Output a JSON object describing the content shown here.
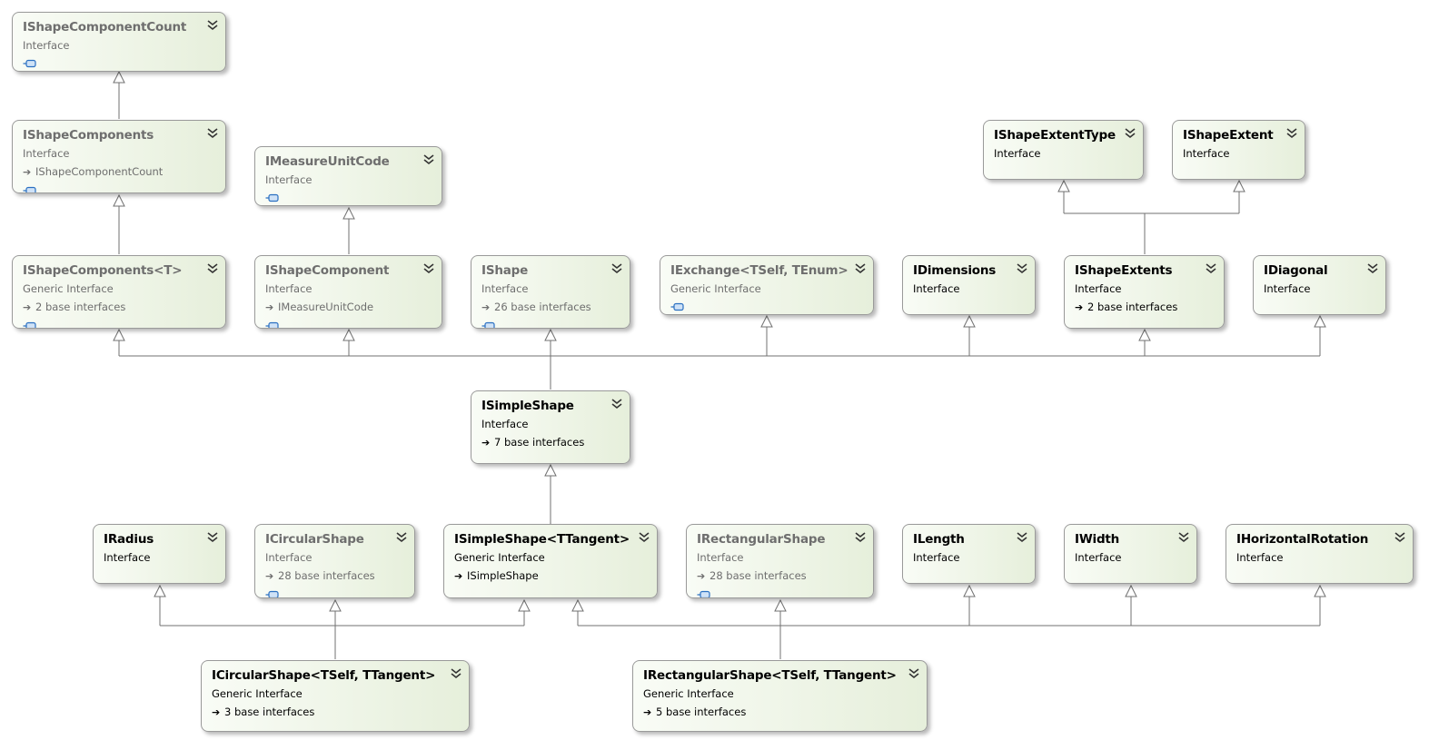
{
  "nodes": {
    "IShapeComponentCount": {
      "name": "IShapeComponentCount",
      "kind": "Interface",
      "inherits": "",
      "members_icon": true,
      "external": true
    },
    "IShapeComponents": {
      "name": "IShapeComponents",
      "kind": "Interface",
      "inherits": "IShapeComponentCount",
      "members_icon": true,
      "external": true
    },
    "IMeasureUnitCode": {
      "name": "IMeasureUnitCode",
      "kind": "Interface",
      "inherits": "",
      "members_icon": true,
      "external": true
    },
    "IShapeExtentType": {
      "name": "IShapeExtentType",
      "kind": "Interface",
      "inherits": "",
      "members_icon": false,
      "external": false
    },
    "IShapeExtent": {
      "name": "IShapeExtent",
      "kind": "Interface",
      "inherits": "",
      "members_icon": false,
      "external": false
    },
    "IShapeComponentsT": {
      "name": "IShapeComponents<T>",
      "kind": "Generic Interface",
      "inherits": "2 base interfaces",
      "members_icon": true,
      "external": true
    },
    "IShapeComponent": {
      "name": "IShapeComponent",
      "kind": "Interface",
      "inherits": "IMeasureUnitCode",
      "members_icon": true,
      "external": true
    },
    "IShape": {
      "name": "IShape",
      "kind": "Interface",
      "inherits": "26 base interfaces",
      "members_icon": true,
      "external": true
    },
    "IExchange": {
      "name": "IExchange<TSelf, TEnum>",
      "kind": "Generic Interface",
      "inherits": "",
      "members_icon": true,
      "external": true
    },
    "IDimensions": {
      "name": "IDimensions",
      "kind": "Interface",
      "inherits": "",
      "members_icon": false,
      "external": false
    },
    "IShapeExtents": {
      "name": "IShapeExtents",
      "kind": "Interface",
      "inherits": "2 base interfaces",
      "members_icon": false,
      "external": false
    },
    "IDiagonal": {
      "name": "IDiagonal",
      "kind": "Interface",
      "inherits": "",
      "members_icon": false,
      "external": false
    },
    "ISimpleShape": {
      "name": "ISimpleShape",
      "kind": "Interface",
      "inherits": "7 base interfaces",
      "members_icon": false,
      "external": false
    },
    "IRadius": {
      "name": "IRadius",
      "kind": "Interface",
      "inherits": "",
      "members_icon": false,
      "external": false
    },
    "ICircularShape": {
      "name": "ICircularShape",
      "kind": "Interface",
      "inherits": "28 base interfaces",
      "members_icon": true,
      "external": true
    },
    "ISimpleShapeT": {
      "name": "ISimpleShape<TTangent>",
      "kind": "Generic Interface",
      "inherits": "ISimpleShape",
      "members_icon": false,
      "external": false
    },
    "IRectangularShape": {
      "name": "IRectangularShape",
      "kind": "Interface",
      "inherits": "28 base interfaces",
      "members_icon": true,
      "external": true
    },
    "ILength": {
      "name": "ILength",
      "kind": "Interface",
      "inherits": "",
      "members_icon": false,
      "external": false
    },
    "IWidth": {
      "name": "IWidth",
      "kind": "Interface",
      "inherits": "",
      "members_icon": false,
      "external": false
    },
    "IHorizontalRotation": {
      "name": "IHorizontalRotation",
      "kind": "Interface",
      "inherits": "",
      "members_icon": false,
      "external": false
    },
    "ICircularShapeGeneric": {
      "name": "ICircularShape<TSelf, TTangent>",
      "kind": "Generic Interface",
      "inherits": "3 base interfaces",
      "members_icon": false,
      "external": false
    },
    "IRectangularShapeGeneric": {
      "name": "IRectangularShape<TSelf, TTangent>",
      "kind": "Generic Interface",
      "inherits": "5 base interfaces",
      "members_icon": false,
      "external": false
    }
  },
  "edges": [
    [
      "IShapeComponents",
      "IShapeComponentCount"
    ],
    [
      "IShapeComponentsT",
      "IShapeComponents"
    ],
    [
      "IShapeComponent",
      "IMeasureUnitCode"
    ],
    [
      "IShapeExtents",
      "IShapeExtentType"
    ],
    [
      "IShapeExtents",
      "IShapeExtent"
    ],
    [
      "ISimpleShape",
      "IShapeComponentsT"
    ],
    [
      "ISimpleShape",
      "IShapeComponent"
    ],
    [
      "ISimpleShape",
      "IShape"
    ],
    [
      "ISimpleShape",
      "IExchange"
    ],
    [
      "ISimpleShape",
      "IDimensions"
    ],
    [
      "ISimpleShape",
      "IShapeExtents"
    ],
    [
      "ISimpleShape",
      "IDiagonal"
    ],
    [
      "ISimpleShapeT",
      "ISimpleShape"
    ],
    [
      "ICircularShapeGeneric",
      "IRadius"
    ],
    [
      "ICircularShapeGeneric",
      "ICircularShape"
    ],
    [
      "ICircularShapeGeneric",
      "ISimpleShapeT"
    ],
    [
      "IRectangularShapeGeneric",
      "ISimpleShapeT"
    ],
    [
      "IRectangularShapeGeneric",
      "IRectangularShape"
    ],
    [
      "IRectangularShapeGeneric",
      "ILength"
    ],
    [
      "IRectangularShapeGeneric",
      "IWidth"
    ],
    [
      "IRectangularShapeGeneric",
      "IHorizontalRotation"
    ]
  ],
  "icons": {
    "collapse": "double-chevron-down-icon",
    "inherits": "arrow-right-icon",
    "members": "members-icon"
  },
  "colors": {
    "line": "#707070",
    "box_border": "#9a9a9a",
    "fill_start": "#f9fcf6",
    "fill_end": "#e6efdb",
    "external_text": "#6e6e6e"
  }
}
